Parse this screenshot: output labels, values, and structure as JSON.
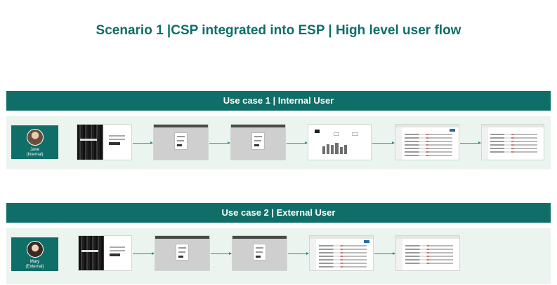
{
  "title": "Scenario 1 |CSP integrated into ESP | High level user flow",
  "use_cases": [
    {
      "label": "Use case 1 | Internal User",
      "persona": {
        "name": "Jane",
        "role": "(Internal)"
      },
      "steps": [
        "login-screen",
        "modal-screen",
        "modal-screen",
        "dashboard-screen",
        "table-screen",
        "table-screen"
      ]
    },
    {
      "label": "Use case 2 | External User",
      "persona": {
        "name": "Mary",
        "role": "(External)"
      },
      "steps": [
        "login-screen",
        "modal-screen",
        "modal-screen",
        "table-screen",
        "table-screen"
      ]
    }
  ]
}
